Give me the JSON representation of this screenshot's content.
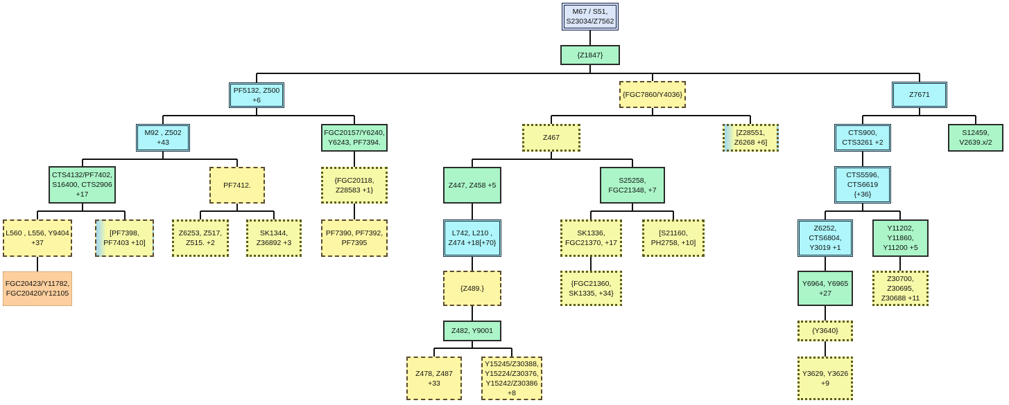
{
  "nodes": {
    "root": "M67 / S51,\nS23034/Z7562",
    "z1847": "{Z1847}",
    "pf5132": "PF5132, Z500\n+6",
    "fgc7860": "{FGC7860/Y4036}",
    "z7671": "Z7671",
    "m92": "M92 , Z502\n+43",
    "fgc20157": "FGC20157/Y6240,\nY6243, PF7394.",
    "z467": "Z467",
    "z28551": "[Z28551,\nZ6268 +6]",
    "cts900": "CTS900,\nCTS3261 +2",
    "s12459": "S12459,\nV2639.x/2",
    "cts4132": "CTS4132/PF7402,\nS16400, CTS2906\n+17",
    "pf7412": "PF7412.",
    "fgc20118": "{FGC20118,\nZ28583 +1}",
    "z447": "Z447, Z458 +5",
    "s25258": "S25258,\nFGC21348, +7",
    "cts5596": "CTS5596,\nCTS6619\n{+36}",
    "l560": "L560 , L556, Y9404\n+37",
    "pf7398": "[PF7398,\nPF7403 +10]",
    "z6253": "Z6253, Z517,\nZ515. +2",
    "sk1344": "SK1344,\nZ36892 +3",
    "pf7390": "PF7390, PF7392,\nPF7395",
    "l742": "L742,  L210 ,\nZ474 +18[+70}",
    "sk1336": "SK1336,\nFGC21370, +17",
    "s21160": "[S21160,\nPH2758, +10]",
    "z6252": "Z6252,\nCTS6804,\nY3019 +1",
    "y11202": "Y11202,\nY11860,\nY11200 +5",
    "fgc20423": "FGC20423/Y11782,\nFGC20420/Y12105",
    "z489": "{Z489.}",
    "fgc21360": "{FGC21360,\nSK1335, +34}",
    "y6964": "Y6964, Y6965\n+27",
    "z30700": "Z30700,\nZ30695,\nZ30688 +11",
    "z482": "Z482, Y9001",
    "y3640": "{Y3640}",
    "z478": "Z478, Z487\n+33",
    "y15245": "Y15245/Z30388,\nY15224/Z30376,\nY15242/Z30386\n+8",
    "y3629": "Y3629, Y3626\n+9"
  },
  "colors": {
    "green": "#abf5c8",
    "cyan": "#aef6fb",
    "yellow": "#fdf6a4",
    "orange": "#fdcf9e",
    "root": "#dbe6f8",
    "line": "#111111"
  }
}
